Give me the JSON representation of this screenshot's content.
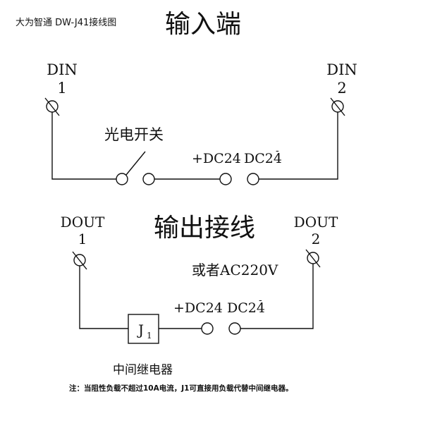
{
  "header": {
    "brand": "大为智通  DW-J41接线图",
    "input_title": "输入端"
  },
  "input": {
    "din1": {
      "name": "DIN",
      "num": "1"
    },
    "din2": {
      "name": "DIN",
      "num": "2"
    },
    "switch_label": "光电开关",
    "plus_dc24": "+DC24",
    "minus_dc24": "DC24",
    "minus_sign": "-"
  },
  "output": {
    "title": "输出接线",
    "dout1": {
      "name": "DOUT",
      "num": "1"
    },
    "dout2": {
      "name": "DOUT",
      "num": "2"
    },
    "alt_supply": "或者AC220V",
    "plus_dc24": "+DC24",
    "minus_dc24": "DC24",
    "minus_sign": "-",
    "relay_symbol": "J",
    "relay_sub": "1",
    "relay_caption": "中间继电器"
  },
  "footnote": "注：当阻性负载不超过10A电流，J1可直接用负载代替中间继电器。"
}
